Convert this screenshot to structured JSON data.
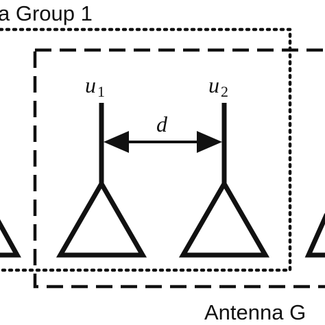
{
  "groups": {
    "group1_label": "a Group 1",
    "group2_label": "Antenna G"
  },
  "antennas": [
    {
      "symbol": "u",
      "subscript": "1"
    },
    {
      "symbol": "u",
      "subscript": "2"
    }
  ],
  "spacing": {
    "symbol": "d"
  },
  "colors": {
    "stroke": "#111111",
    "background": "#ffffff"
  }
}
